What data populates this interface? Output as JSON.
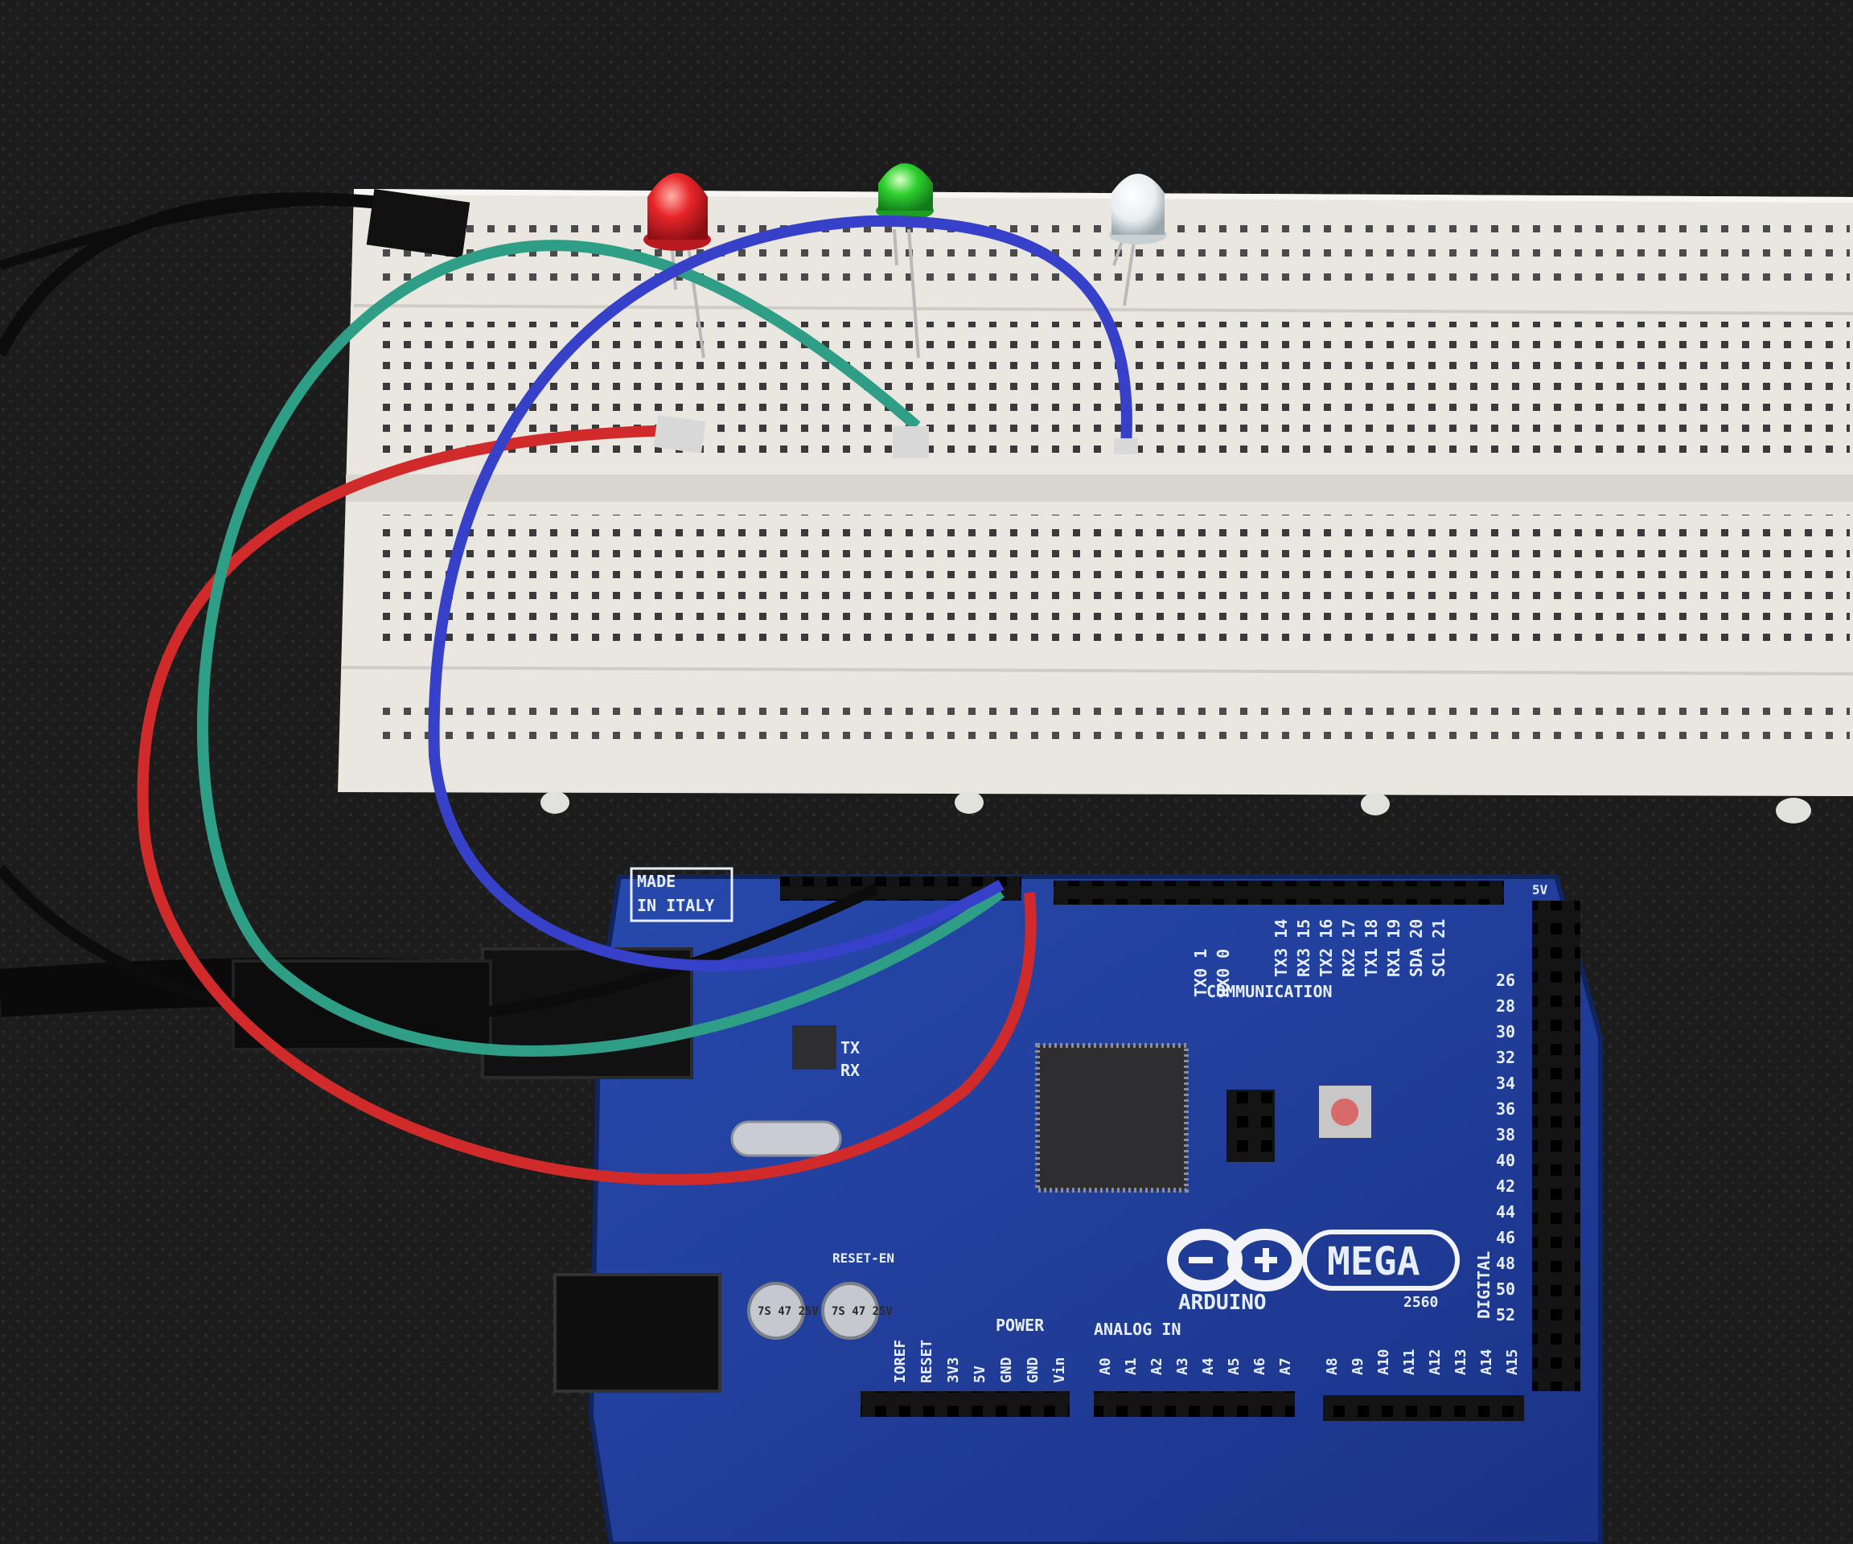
{
  "colors": {
    "mat": "#1e1e1e",
    "breadboard": "#eeece6",
    "board": "#1f3f9a",
    "wire_red": "#d12a2a",
    "wire_green": "#2f9e86",
    "wire_blue": "#3640c8",
    "wire_black": "#0c0c0c",
    "led_red": "#e8262a",
    "led_green": "#2fd02f",
    "led_white": "#e9eef0"
  },
  "board": {
    "made_line1": "MADE",
    "made_line2": "IN ITALY",
    "brand": "ARDUINO",
    "model": "MEGA",
    "model_number": "2560",
    "communication": "COMMUNICATION",
    "comm_pins": [
      "TX0 1",
      "RX0 0",
      "TX3 14",
      "RX3 15",
      "TX2 16",
      "RX2 17",
      "TX1 18",
      "RX1 19",
      "SDA 20",
      "SCL 21"
    ],
    "power_label": "POWER",
    "analog_label": "ANALOG IN",
    "analog_pins": [
      "A0",
      "A1",
      "A2",
      "A3",
      "A4",
      "A5",
      "A6",
      "A7",
      "A8",
      "A9",
      "A10",
      "A11",
      "A12",
      "A13",
      "A14",
      "A15"
    ],
    "power_pins": [
      "IOREF",
      "RESET",
      "3V3",
      "5V",
      "GND",
      "GND",
      "Vin"
    ],
    "digital_label": "DIGITAL",
    "digital_numbers": [
      "26",
      "28",
      "30",
      "32",
      "34",
      "36",
      "38",
      "40",
      "42",
      "44",
      "46",
      "48",
      "50",
      "52"
    ],
    "tx_label": "TX",
    "rx_label": "RX",
    "reset_en": "RESET-EN",
    "cap_text_1": "7S 47 25V",
    "cap_text_2": "7S 47 25V",
    "pin_5v": "5V"
  }
}
